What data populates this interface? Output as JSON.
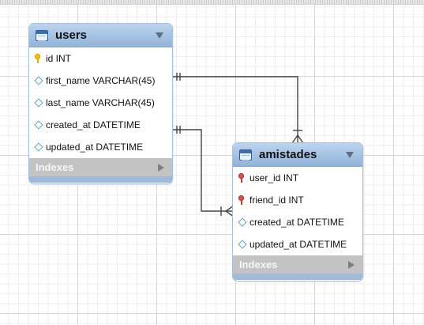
{
  "tables": [
    {
      "name": "users",
      "columns": [
        {
          "name": "id INT",
          "key": "primary"
        },
        {
          "name": "first_name VARCHAR(45)",
          "key": "none"
        },
        {
          "name": "last_name VARCHAR(45)",
          "key": "none"
        },
        {
          "name": "created_at DATETIME",
          "key": "none"
        },
        {
          "name": "updated_at DATETIME",
          "key": "none"
        }
      ],
      "indexes_label": "Indexes"
    },
    {
      "name": "amistades",
      "columns": [
        {
          "name": "user_id INT",
          "key": "foreign"
        },
        {
          "name": "friend_id INT",
          "key": "foreign"
        },
        {
          "name": "created_at DATETIME",
          "key": "none"
        },
        {
          "name": "updated_at DATETIME",
          "key": "none"
        }
      ],
      "indexes_label": "Indexes"
    }
  ],
  "relationships": [
    {
      "from": "users.id",
      "to": "amistades.user_id",
      "notation": "one-to-many"
    },
    {
      "from": "users.id",
      "to": "amistades.friend_id",
      "notation": "one-to-many"
    }
  ],
  "colors": {
    "header": "#9fbbdc",
    "indexes": "#c3c3c3",
    "primary_key": "#f2c21b",
    "foreign_key": "#d55454",
    "attribute": "#5aa7ae",
    "connector": "#444444"
  }
}
